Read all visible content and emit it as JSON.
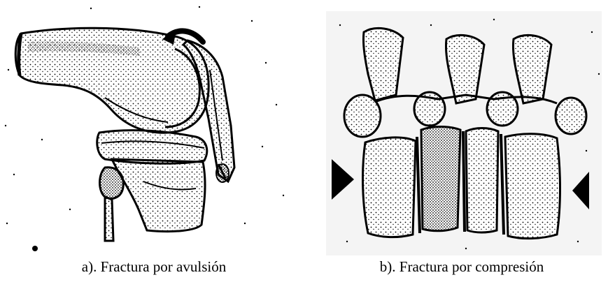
{
  "panels": [
    {
      "id": "a",
      "caption": "a). Fractura por avulsión",
      "illustration": "knee-joint-avulsion-fracture"
    },
    {
      "id": "b",
      "caption": "b). Fractura por compresión",
      "illustration": "lumbar-vertebrae-compression-fracture"
    }
  ],
  "colors": {
    "ink": "#000000",
    "paper": "#ffffff",
    "panel_b_bg": "#f4f4f4"
  }
}
